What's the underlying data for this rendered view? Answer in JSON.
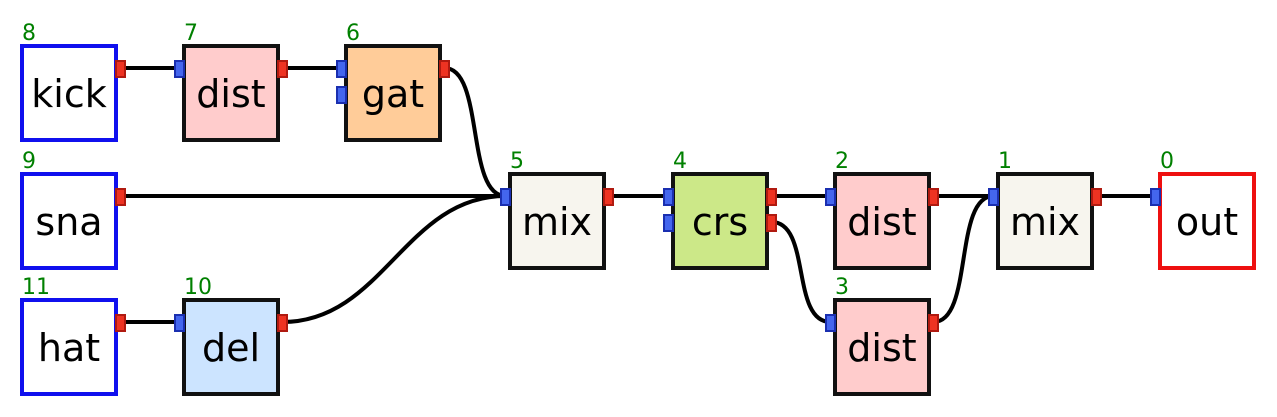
{
  "colors": {
    "source_border": "#1010ee",
    "sink_border": "#ee1010",
    "effect_border": "#111111",
    "input_port_fill": "#4466ee",
    "input_port_stroke": "#1a2fb0",
    "output_port_fill": "#ee3322",
    "output_port_stroke": "#b01a10",
    "dist": "#ffcccc",
    "gat": "#ffcc99",
    "mix": "#f7f5ee",
    "crs": "#cce888",
    "del": "#cce4ff",
    "plain": "#ffffff",
    "node_id_text": "#008000"
  },
  "nodes": [
    {
      "id": "8",
      "label": "kick",
      "kind": "source",
      "color": "plain",
      "inputs": 0,
      "outputs": 1
    },
    {
      "id": "7",
      "label": "dist",
      "kind": "effect",
      "color": "dist",
      "inputs": 1,
      "outputs": 1
    },
    {
      "id": "6",
      "label": "gat",
      "kind": "effect",
      "color": "gat",
      "inputs": 2,
      "outputs": 1
    },
    {
      "id": "9",
      "label": "sna",
      "kind": "source",
      "color": "plain",
      "inputs": 0,
      "outputs": 1
    },
    {
      "id": "5",
      "label": "mix",
      "kind": "effect",
      "color": "mix",
      "inputs": 1,
      "outputs": 1
    },
    {
      "id": "4",
      "label": "crs",
      "kind": "effect",
      "color": "crs",
      "inputs": 2,
      "outputs": 2
    },
    {
      "id": "2",
      "label": "dist",
      "kind": "effect",
      "color": "dist",
      "inputs": 1,
      "outputs": 1
    },
    {
      "id": "1",
      "label": "mix",
      "kind": "effect",
      "color": "mix",
      "inputs": 1,
      "outputs": 1
    },
    {
      "id": "0",
      "label": "out",
      "kind": "sink",
      "color": "plain",
      "inputs": 1,
      "outputs": 0
    },
    {
      "id": "11",
      "label": "hat",
      "kind": "source",
      "color": "plain",
      "inputs": 0,
      "outputs": 1
    },
    {
      "id": "10",
      "label": "del",
      "kind": "effect",
      "color": "del",
      "inputs": 1,
      "outputs": 1
    },
    {
      "id": "3",
      "label": "dist",
      "kind": "effect",
      "color": "dist",
      "inputs": 1,
      "outputs": 1
    }
  ],
  "edges": [
    {
      "from": "8",
      "from_port": 0,
      "to": "7",
      "to_port": 0
    },
    {
      "from": "7",
      "from_port": 0,
      "to": "6",
      "to_port": 0
    },
    {
      "from": "6",
      "from_port": 0,
      "to": "5",
      "to_port": 0
    },
    {
      "from": "9",
      "from_port": 0,
      "to": "5",
      "to_port": 0
    },
    {
      "from": "11",
      "from_port": 0,
      "to": "10",
      "to_port": 0
    },
    {
      "from": "10",
      "from_port": 0,
      "to": "5",
      "to_port": 0
    },
    {
      "from": "5",
      "from_port": 0,
      "to": "4",
      "to_port": 0
    },
    {
      "from": "4",
      "from_port": 0,
      "to": "2",
      "to_port": 0
    },
    {
      "from": "4",
      "from_port": 1,
      "to": "3",
      "to_port": 0
    },
    {
      "from": "2",
      "from_port": 0,
      "to": "1",
      "to_port": 0
    },
    {
      "from": "3",
      "from_port": 0,
      "to": "1",
      "to_port": 0
    },
    {
      "from": "1",
      "from_port": 0,
      "to": "0",
      "to_port": 0
    }
  ]
}
